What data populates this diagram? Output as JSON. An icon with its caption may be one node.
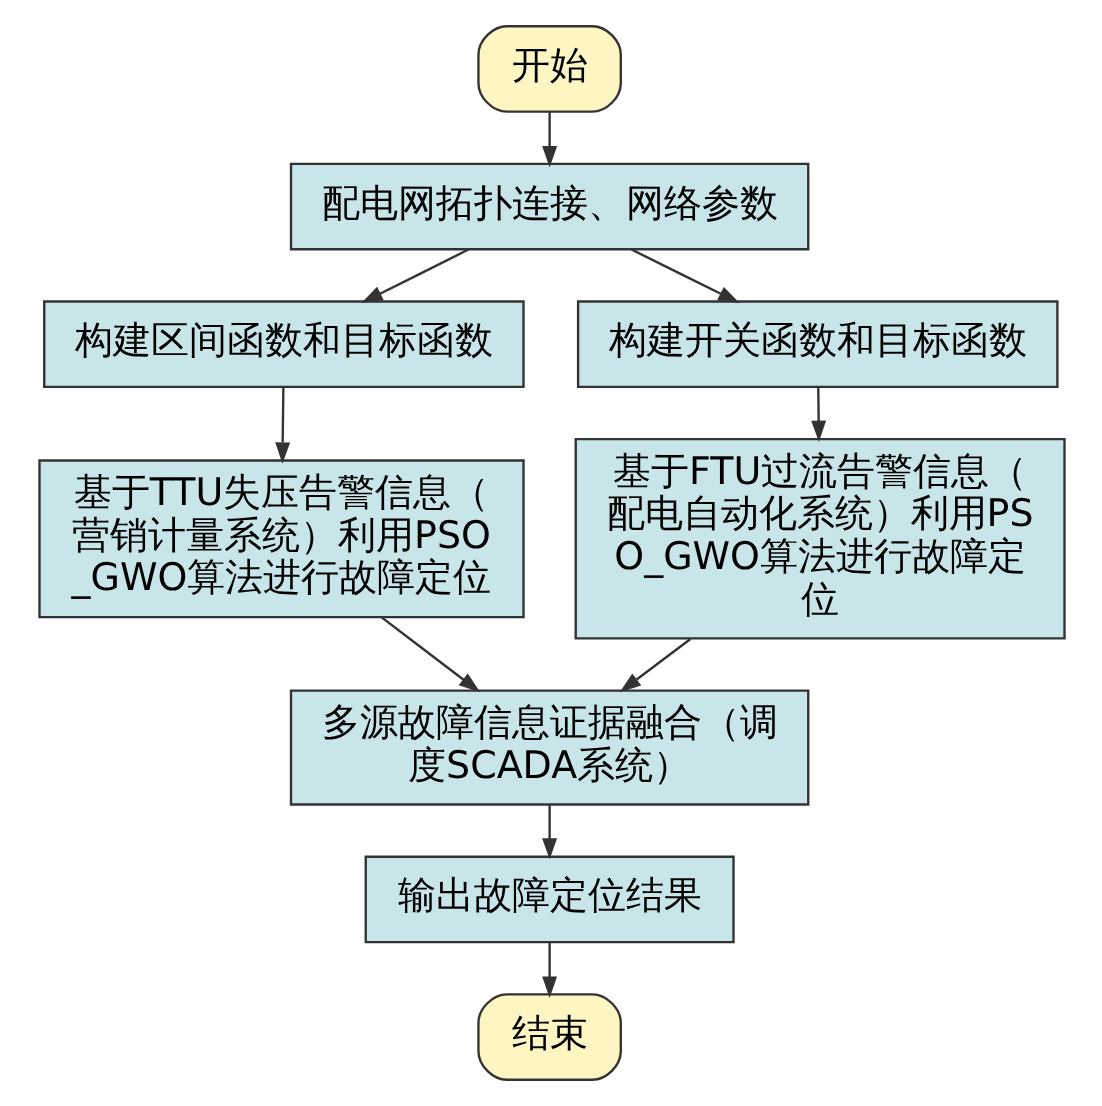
{
  "diagram": {
    "nodes": [
      {
        "text": [
          "开始"
        ]
      },
      {
        "text": [
          "配电网拓扑连接、网络参数"
        ]
      },
      {
        "text": [
          "构建区间函数和目标函数"
        ]
      },
      {
        "text": [
          "构建开关函数和目标函数"
        ]
      },
      {
        "text": [
          "基于TTU失压告警信息（营销计量系统）利用PSO_GWO算法进行故障定位"
        ]
      },
      {
        "text": [
          "基于FTU过流告警信息（配电自动化系统）利用PSO_GWO算法进行故障定位"
        ]
      },
      {
        "text": [
          "多源故障信息证据融合（调度SCADA系统）"
        ]
      },
      {
        "text": [
          "输出故障定位结果"
        ]
      },
      {
        "text": [
          "结束"
        ]
      }
    ],
    "edges": [
      {
        "from": 0,
        "to": 1,
        "arrow": "to"
      },
      {
        "from": 1,
        "to": 2,
        "arrow": "to"
      },
      {
        "from": 1,
        "to": 3,
        "arrow": "to"
      },
      {
        "from": 2,
        "to": 4,
        "arrow": "to"
      },
      {
        "from": 3,
        "to": 5,
        "arrow": "to"
      },
      {
        "from": 4,
        "to": 6,
        "arrow": "to"
      },
      {
        "from": 5,
        "to": 6,
        "arrow": "to"
      },
      {
        "from": 6,
        "to": 7,
        "arrow": "to"
      },
      {
        "from": 7,
        "to": 8,
        "arrow": "to"
      }
    ]
  }
}
